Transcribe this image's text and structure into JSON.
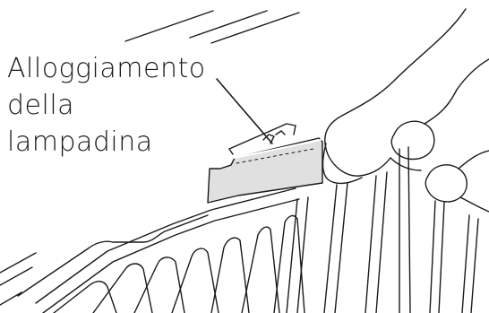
{
  "callout": {
    "lines": [
      "Alloggiamento",
      "della",
      "lampadina"
    ]
  }
}
